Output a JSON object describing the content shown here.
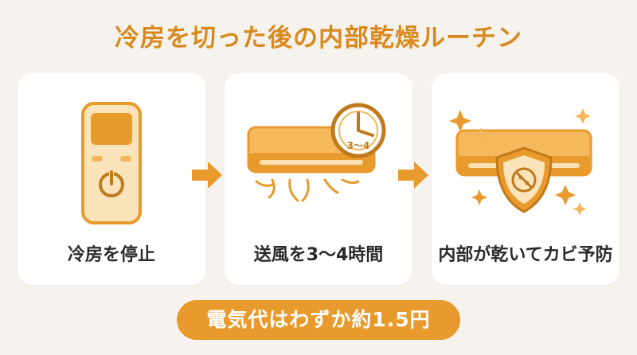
{
  "title": "冷房を切った後の内部乾燥ルーチン",
  "steps": [
    {
      "label": "冷房を停止",
      "icon": "remote-power-icon"
    },
    {
      "label": "送風を3〜4時間",
      "icon": "aircon-clock-icon",
      "clock_text": "3〜4"
    },
    {
      "label": "内部が乾いてカビ予防",
      "icon": "aircon-shield-icon"
    }
  ],
  "cost_text": "電気代はわずか約1.5円",
  "colors": {
    "accent": "#e99a2c",
    "accent_dark": "#c07a1c",
    "accent_light": "#f6c474",
    "background": "#f6f3ee",
    "card": "#ffffff",
    "text": "#2a2a2a"
  }
}
